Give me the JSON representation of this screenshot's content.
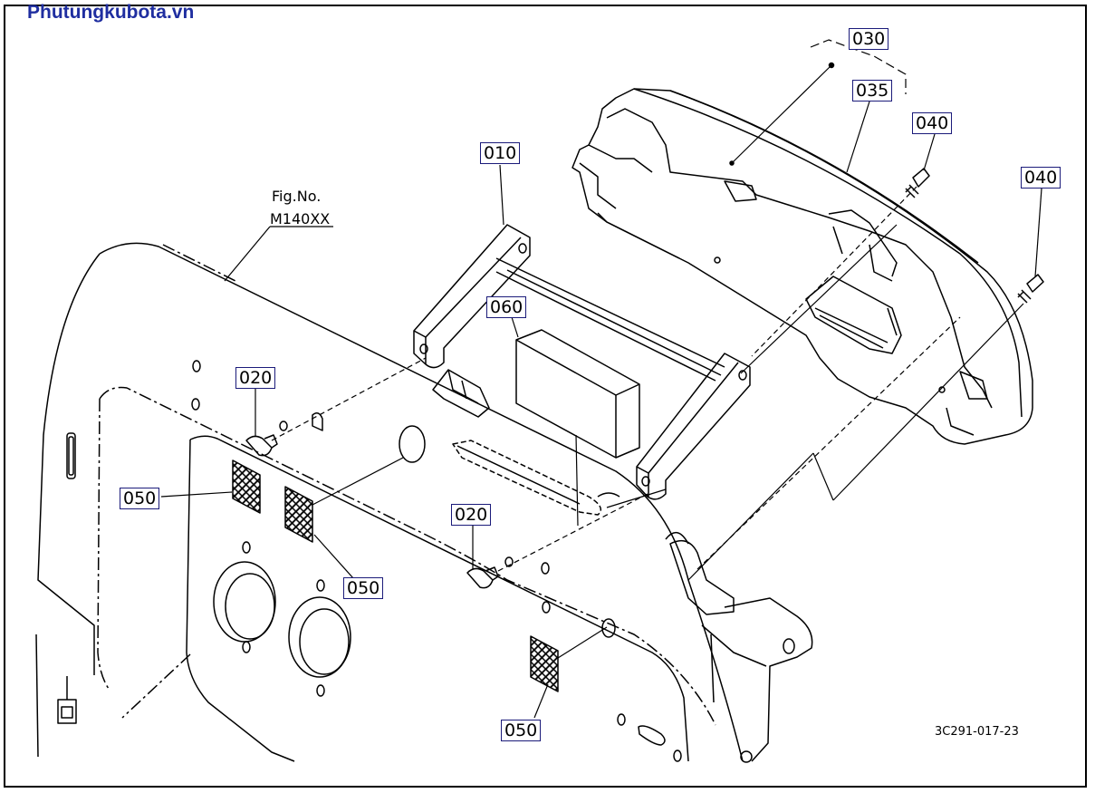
{
  "watermark": "Phutungkubota.vn",
  "figure": {
    "label": "Fig.No.",
    "number": "M140XX"
  },
  "drawing_code": "3C291-017-23",
  "parts": {
    "p010": "010",
    "p020a": "020",
    "p020b": "020",
    "p030": "030",
    "p035": "035",
    "p040a": "040",
    "p040b": "040",
    "p050a": "050",
    "p050b": "050",
    "p050c": "050",
    "p060": "060"
  },
  "colors": {
    "watermark": "#1f2ea0",
    "line": "#000000",
    "callout_border": "#1b1b7a"
  }
}
